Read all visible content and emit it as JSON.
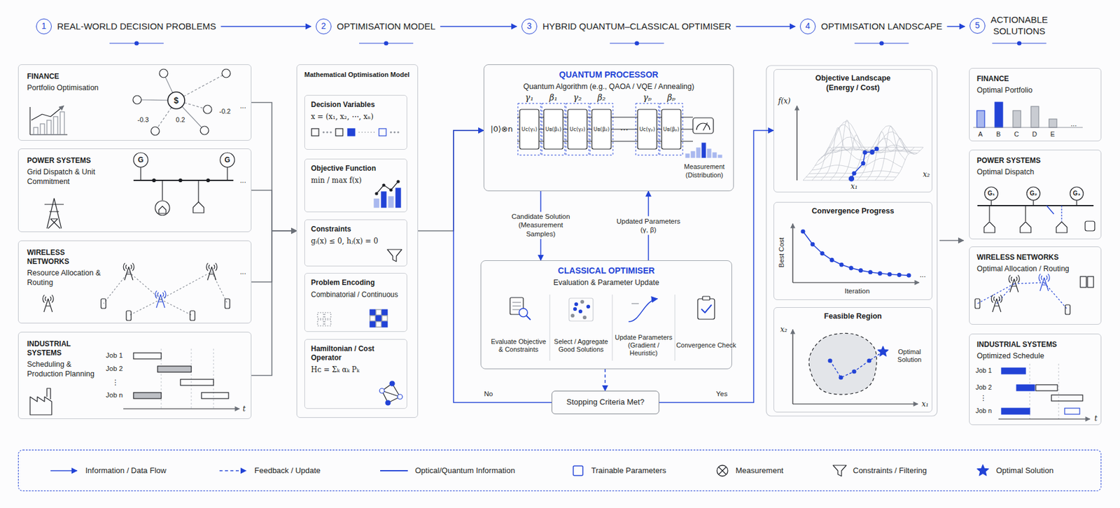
{
  "diagram": {
    "nodes": [
      {
        "text": [
          "1",
          "REAL-WORLD DECISION PROBLEMS"
        ]
      },
      {
        "text": [
          "2",
          "OPTIMISATION MODEL"
        ]
      },
      {
        "text": [
          "3",
          "HYBRID QUANTUM–CLASSICAL OPTIMISER"
        ]
      },
      {
        "text": [
          "4",
          "OPTIMISATION LANDSCAPE"
        ]
      },
      {
        "text": [
          "5",
          "ACTIONABLE SOLUTIONS"
        ]
      },
      {
        "text": [
          "FINANCE",
          "Portfolio Optimisation"
        ]
      },
      {
        "text": [
          "POWER SYSTEMS",
          "Grid Dispatch & Unit Commitment"
        ]
      },
      {
        "text": [
          "WIRELESS NETWORKS",
          "Resource Allocation & Routing"
        ]
      },
      {
        "text": [
          "INDUSTRIAL SYSTEMS",
          "Scheduling & Production Planning"
        ]
      },
      {
        "text": [
          "Mathematical Optimisation Model"
        ]
      },
      {
        "text": [
          "Decision Variables",
          "x = (x₁, x₂, ⋯, xₙ)"
        ],
        "in": 9
      },
      {
        "text": [
          "Objective Function",
          "min / max f(x)"
        ],
        "in": 9
      },
      {
        "text": [
          "Constraints",
          "gᵢ(x) ≤ 0, hⱼ(x) = 0"
        ],
        "in": 9
      },
      {
        "text": [
          "Problem Encoding",
          "Combinatorial / Continuous"
        ],
        "in": 9
      },
      {
        "text": [
          "Hamiltonian / Cost Operator",
          "Hᴄ = Σₖ αₖ Pₖ"
        ],
        "in": 9
      },
      {
        "text": [
          "QUANTUM PROCESSOR",
          "Quantum Algorithm (e.g., QAOA / VQE / Annealing)",
          "Measurement (Distribution)"
        ]
      },
      {
        "text": [
          "CLASSICAL OPTIMISER",
          "Evaluation & Parameter Update"
        ]
      },
      {
        "text": [
          "Stopping Criteria Met?"
        ]
      },
      {
        "text": [
          "Objective Landscape (Energy / Cost)"
        ]
      },
      {
        "text": [
          "Convergence Progress"
        ]
      },
      {
        "text": [
          "Feasible Region"
        ]
      },
      {
        "text": [
          "FINANCE",
          "Optimal Portfolio"
        ]
      },
      {
        "text": [
          "POWER SYSTEMS",
          "Optimal Dispatch"
        ]
      },
      {
        "text": [
          "WIRELESS NETWORKS",
          "Optimal Allocation / Routing"
        ]
      },
      {
        "text": [
          "INDUSTRIAL SYSTEMS",
          "Optimized Schedule"
        ]
      }
    ],
    "edges": [
      {
        "from": 0,
        "to": 1,
        "arrow": "to"
      },
      {
        "from": 1,
        "to": 2,
        "arrow": "to"
      },
      {
        "from": 2,
        "to": 3,
        "arrow": "to"
      },
      {
        "from": 3,
        "to": 4,
        "arrow": "to"
      },
      {
        "from": 5,
        "to": 9,
        "arrow": "to"
      },
      {
        "from": 6,
        "to": 9,
        "arrow": "to"
      },
      {
        "from": 7,
        "to": 9,
        "arrow": "to"
      },
      {
        "from": 8,
        "to": 9,
        "arrow": "to"
      },
      {
        "from": 9,
        "to": 15,
        "arrow": "to"
      },
      {
        "from": 15,
        "to": 16,
        "label": "Candidate Solution (Measurement Samples)",
        "arrow": "to"
      },
      {
        "from": 16,
        "to": 15,
        "label": "Updated Parameters (γ, β)",
        "arrow": "to"
      },
      {
        "from": 16,
        "to": 17,
        "arrow": "to"
      },
      {
        "from": 17,
        "to": 15,
        "label": "No",
        "arrow": "to"
      },
      {
        "from": 17,
        "to": 18,
        "label": "Yes",
        "arrow": "to"
      }
    ],
    "labels": [
      "$",
      "-0.3",
      "0.2",
      "-0.2",
      "...",
      "G",
      "G",
      "...",
      "...",
      "Job 1",
      "Job 2",
      "⋮",
      "Job n",
      "t",
      "|0⟩⊗n",
      "γ₁",
      "β₁",
      "γ₂",
      "β₂",
      "⋯",
      "γₚ",
      "βₚ",
      "Uᴄ(γ₁)",
      "Uʙ(β₁)",
      "Uᴄ(γ₂)",
      "Uʙ(β₂)",
      "Uᴄ(γₚ)",
      "Uʙ(βₚ)",
      "Evaluate Objective & Constraints",
      "Select / Aggregate Good Solutions",
      "Update Parameters (Gradient / Heuristic)",
      "Convergence Check",
      "f(x)",
      "x₁",
      "x₂",
      "Best Cost",
      "Iteration",
      "...",
      "x₂",
      "x₁",
      "Optimal Solution",
      "A",
      "B",
      "C",
      "D",
      "E",
      "...",
      "G₁",
      "G₂",
      "G₃",
      "Job 1",
      "Job 2",
      "⋮",
      "Job n",
      "t"
    ],
    "legend": [
      {
        "text": "Information / Data Flow"
      },
      {
        "text": "Feedback / Update"
      },
      {
        "text": "Optical/Quantum Information"
      },
      {
        "text": "Trainable Parameters"
      },
      {
        "text": "Measurement"
      },
      {
        "text": "Constraints / Filtering"
      },
      {
        "text": "Optimal Solution"
      }
    ]
  }
}
